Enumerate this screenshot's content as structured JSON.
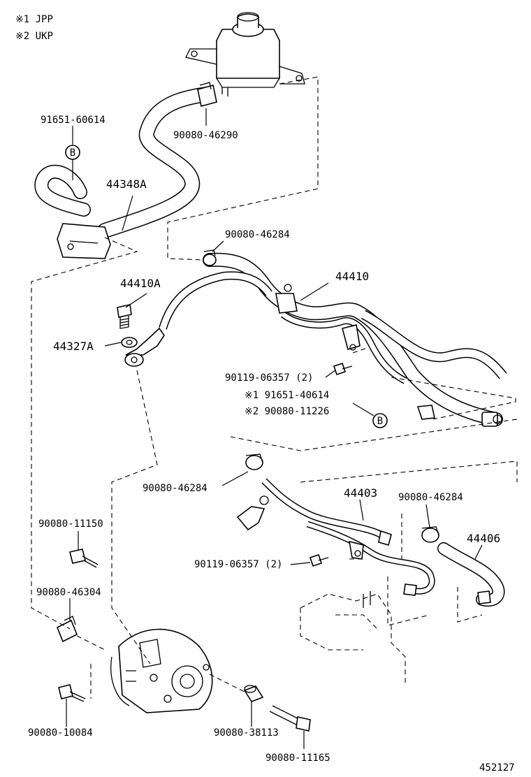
{
  "legend": {
    "note1": "※1  JPP",
    "note2": "※2  UKP"
  },
  "parts": {
    "p_91651_60614": "91651-60614",
    "p_90080_46290": "90080-46290",
    "p_44348A": "44348A",
    "p_90080_46284_top": "90080-46284",
    "p_44410A": "44410A",
    "p_44410": "44410",
    "p_44327A": "44327A",
    "p_90119_06357_upper": "90119-06357 (2)",
    "p_91651_40614": "※1 91651-40614",
    "p_90080_11226": "※2 90080-11226",
    "p_90080_46284_mid": "90080-46284",
    "p_44403": "44403",
    "p_90080_46284_right": "90080-46284",
    "p_44406": "44406",
    "p_90080_11150": "90080-11150",
    "p_90119_06357_lower": "90119-06357 (2)",
    "p_90080_46304": "90080-46304",
    "p_90080_10084": "90080-10084",
    "p_90080_38113": "90080-38113",
    "p_90080_11165": "90080-11165"
  },
  "markers": {
    "b_upper": "B",
    "b_lower": "B"
  },
  "footer": {
    "diagram_number": "452127"
  }
}
